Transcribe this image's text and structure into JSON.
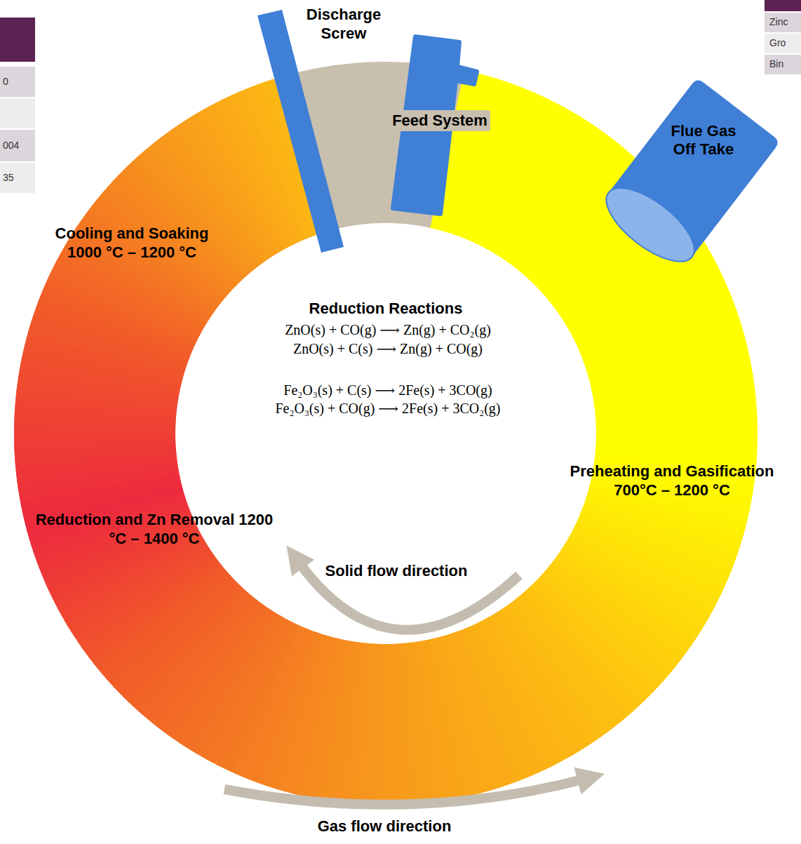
{
  "diagram": {
    "nodes": [
      {
        "text": [
          "Flue Gas Off Take"
        ]
      }
    ],
    "labels": [
      "0",
      "004",
      "35",
      "Zinc",
      "Gro",
      "Bin",
      "Discharge Screw",
      "Feed System",
      "Cooling and Soaking 1000 °C – 1200 °C",
      "Reduction Reactions",
      "ZnO(s) + CO(g) ⟶ Zn(g) + CO₂(g)",
      "ZnO(s) + C(s) ⟶ Zn(g) + CO(g)",
      "Fe₂O₃(s) + C(s) ⟶ 2Fe(s) + 3CO(g)",
      "Fe₂O₃(s) + CO(g) ⟶ 2Fe(s) + 3CO₂(g)",
      "Preheating and Gasification 700°C – 1200 °C",
      "Solid flow direction",
      "Reduction and Zn Removal 1200 °C – 1400 °C",
      "Gas flow direction"
    ]
  }
}
